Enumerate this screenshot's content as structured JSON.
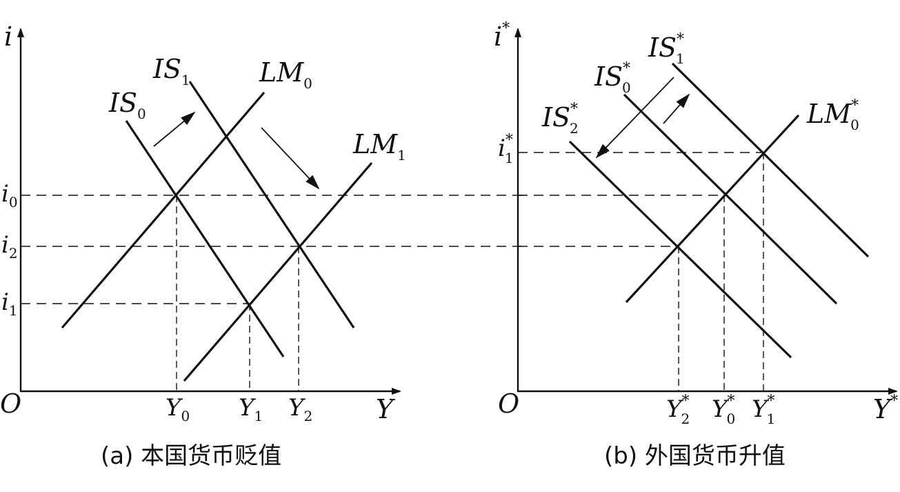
{
  "panel_a": {
    "caption": "(a) 本国货币贬值",
    "axis_y": "i",
    "axis_x": "Y",
    "origin": "O",
    "curves": {
      "is0": {
        "main": "IS",
        "sub": "0"
      },
      "is1": {
        "main": "IS",
        "sub": "1"
      },
      "lm0": {
        "main": "LM",
        "sub": "0"
      },
      "lm1": {
        "main": "LM",
        "sub": "1"
      }
    },
    "y_ticks": {
      "i0": {
        "main": "i",
        "sub": "0"
      },
      "i2": {
        "main": "i",
        "sub": "2"
      },
      "i1": {
        "main": "i",
        "sub": "1"
      }
    },
    "x_ticks": {
      "y0": {
        "main": "Y",
        "sub": "0"
      },
      "y1": {
        "main": "Y",
        "sub": "1"
      },
      "y2": {
        "main": "Y",
        "sub": "2"
      }
    }
  },
  "panel_b": {
    "caption": "(b) 外国货币升值",
    "axis_y": {
      "main": "i",
      "sup": "*"
    },
    "axis_x": {
      "main": "Y",
      "sup": "*"
    },
    "origin": "O",
    "curves": {
      "is1": {
        "main": "IS",
        "sub": "1",
        "sup": "*"
      },
      "is0": {
        "main": "IS",
        "sub": "0",
        "sup": "*"
      },
      "is2": {
        "main": "IS",
        "sub": "2",
        "sup": "*"
      },
      "lm0": {
        "main": "LM",
        "sub": "0",
        "sup": "*"
      }
    },
    "y_ticks": {
      "i1": {
        "main": "i",
        "sub": "1",
        "sup": "*"
      }
    },
    "x_ticks": {
      "y2": {
        "main": "Y",
        "sub": "2",
        "sup": "*"
      },
      "y0": {
        "main": "Y",
        "sub": "0",
        "sup": "*"
      },
      "y1": {
        "main": "Y",
        "sub": "1",
        "sup": "*"
      }
    }
  }
}
